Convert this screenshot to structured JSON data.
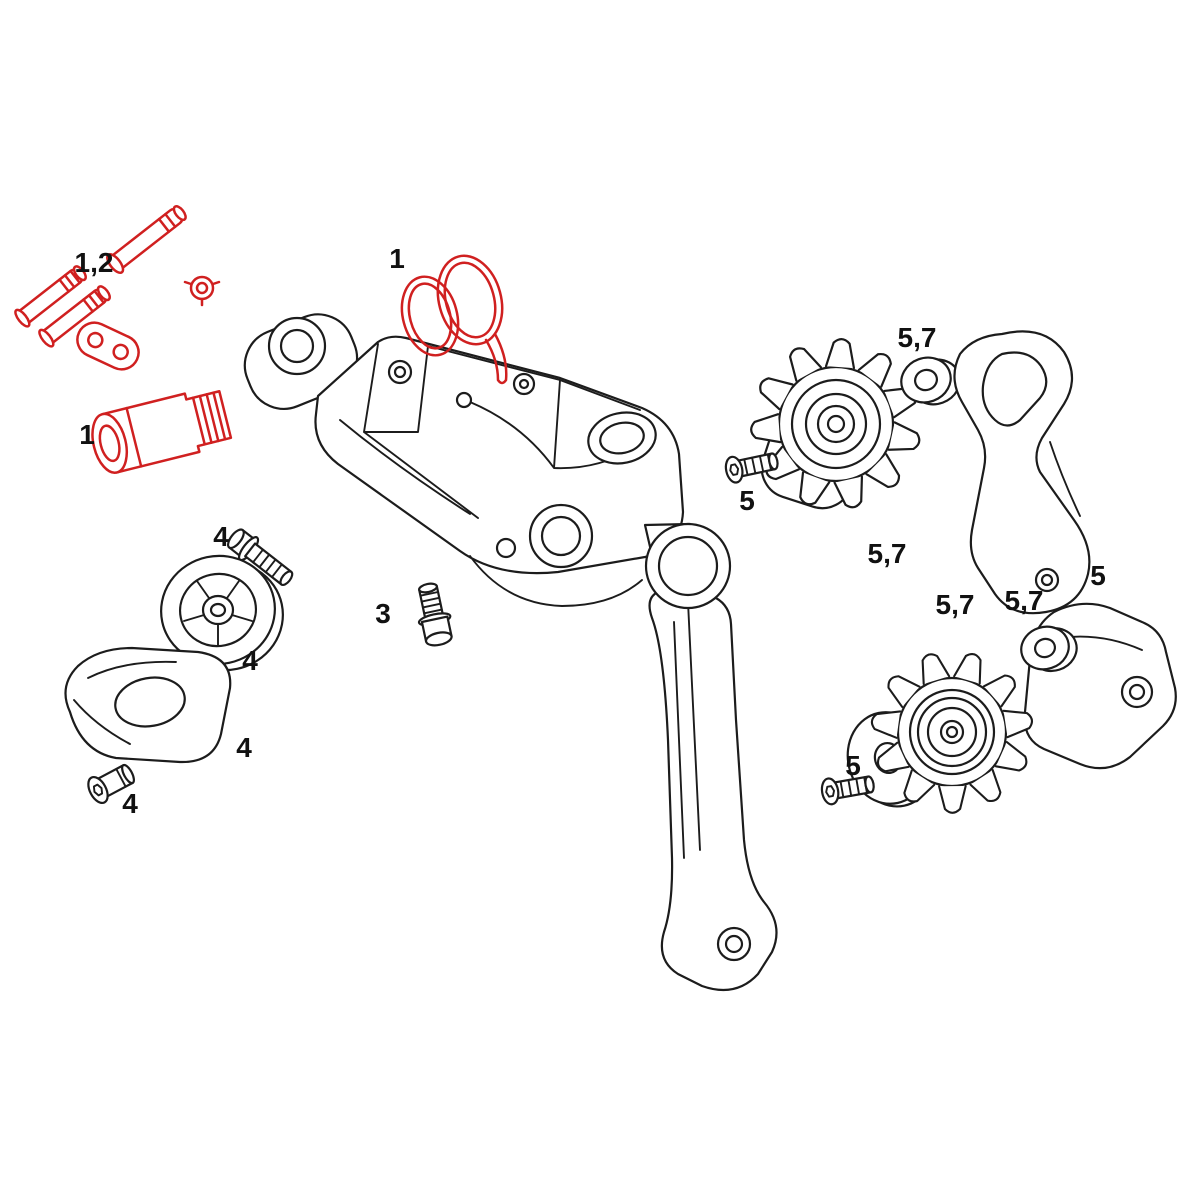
{
  "figure": {
    "kind": "exploded-parts-diagram",
    "subject": "rear derailleur service parts",
    "background_color": "#ffffff",
    "line_color": "#1c1c1c",
    "highlight_color": "#d02020",
    "label_color": "#111111",
    "callouts": [
      {
        "label": "1,2"
      },
      {
        "label": "1"
      },
      {
        "label": "1"
      },
      {
        "label": "4"
      },
      {
        "label": "3"
      },
      {
        "label": "4"
      },
      {
        "label": "4"
      },
      {
        "label": "4"
      },
      {
        "label": "5,7"
      },
      {
        "label": "5"
      },
      {
        "label": "5,7"
      },
      {
        "label": "5"
      },
      {
        "label": "5,7"
      },
      {
        "label": "5,7"
      },
      {
        "label": "5"
      }
    ]
  }
}
